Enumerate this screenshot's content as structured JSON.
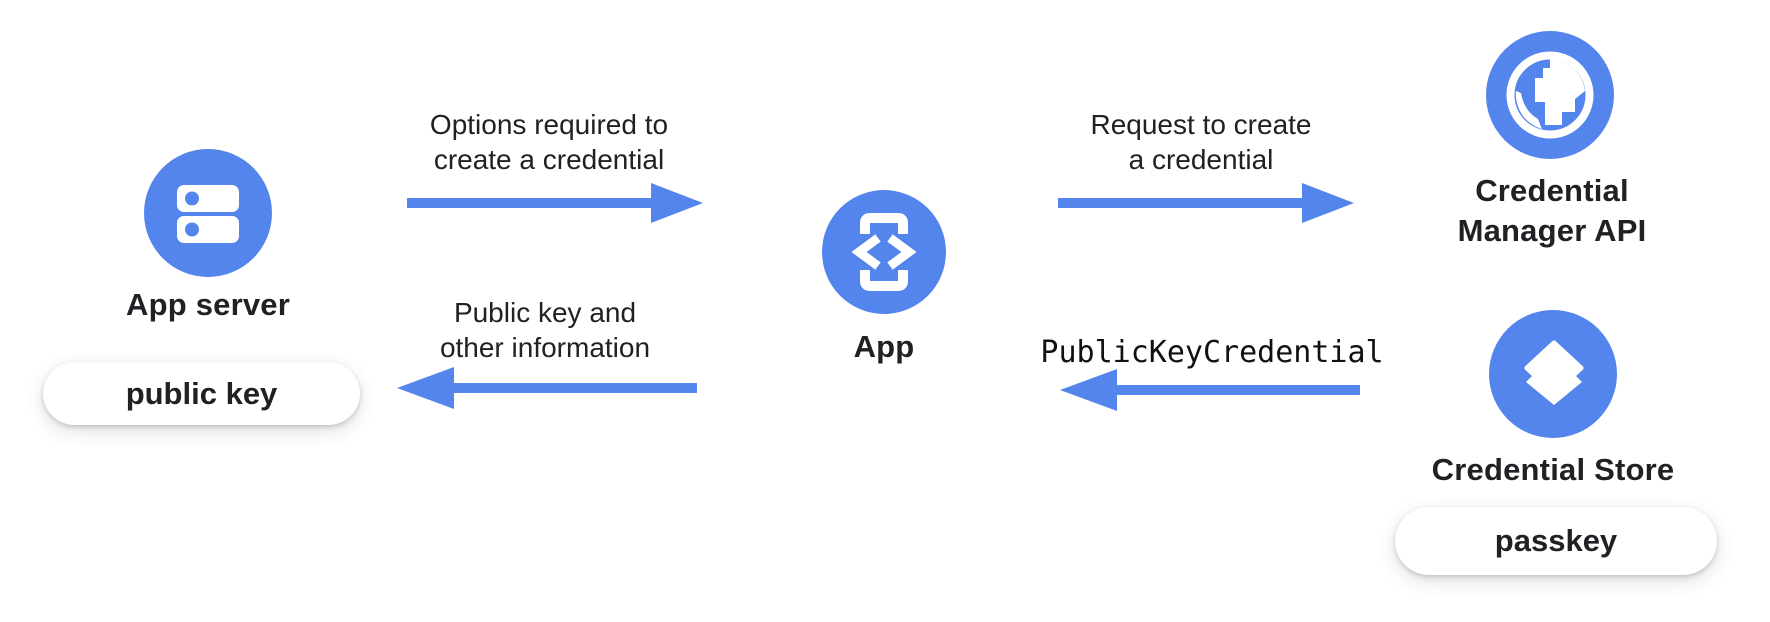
{
  "colors": {
    "accent": "#5485EC",
    "text": "#202124",
    "pill_bg": "#FFFFFF",
    "background": "#FFFFFF"
  },
  "nodes": {
    "app_server": {
      "label": "App server",
      "icon": "server-icon",
      "badge": "public key"
    },
    "app": {
      "label": "App",
      "icon": "phone-code-icon"
    },
    "credential_manager_api": {
      "label_line1": "Credential",
      "label_line2": "Manager API",
      "icon": "globe-icon"
    },
    "credential_store": {
      "label": "Credential Store",
      "icon": "layers-icon",
      "badge": "passkey"
    }
  },
  "arrows": {
    "options": {
      "line1": "Options required to",
      "line2": "create a credential",
      "direction": "right",
      "from": "App server",
      "to": "App"
    },
    "request": {
      "line1": "Request to create",
      "line2": "a credential",
      "direction": "right",
      "from": "App",
      "to": "Credential Manager API"
    },
    "public_key_credential": {
      "label": "PublicKeyCredential",
      "direction": "left",
      "from": "Credential Store",
      "to": "App"
    },
    "public_key_info": {
      "line1": "Public key and",
      "line2": "other information",
      "direction": "left",
      "from": "App",
      "to": "App server"
    }
  }
}
